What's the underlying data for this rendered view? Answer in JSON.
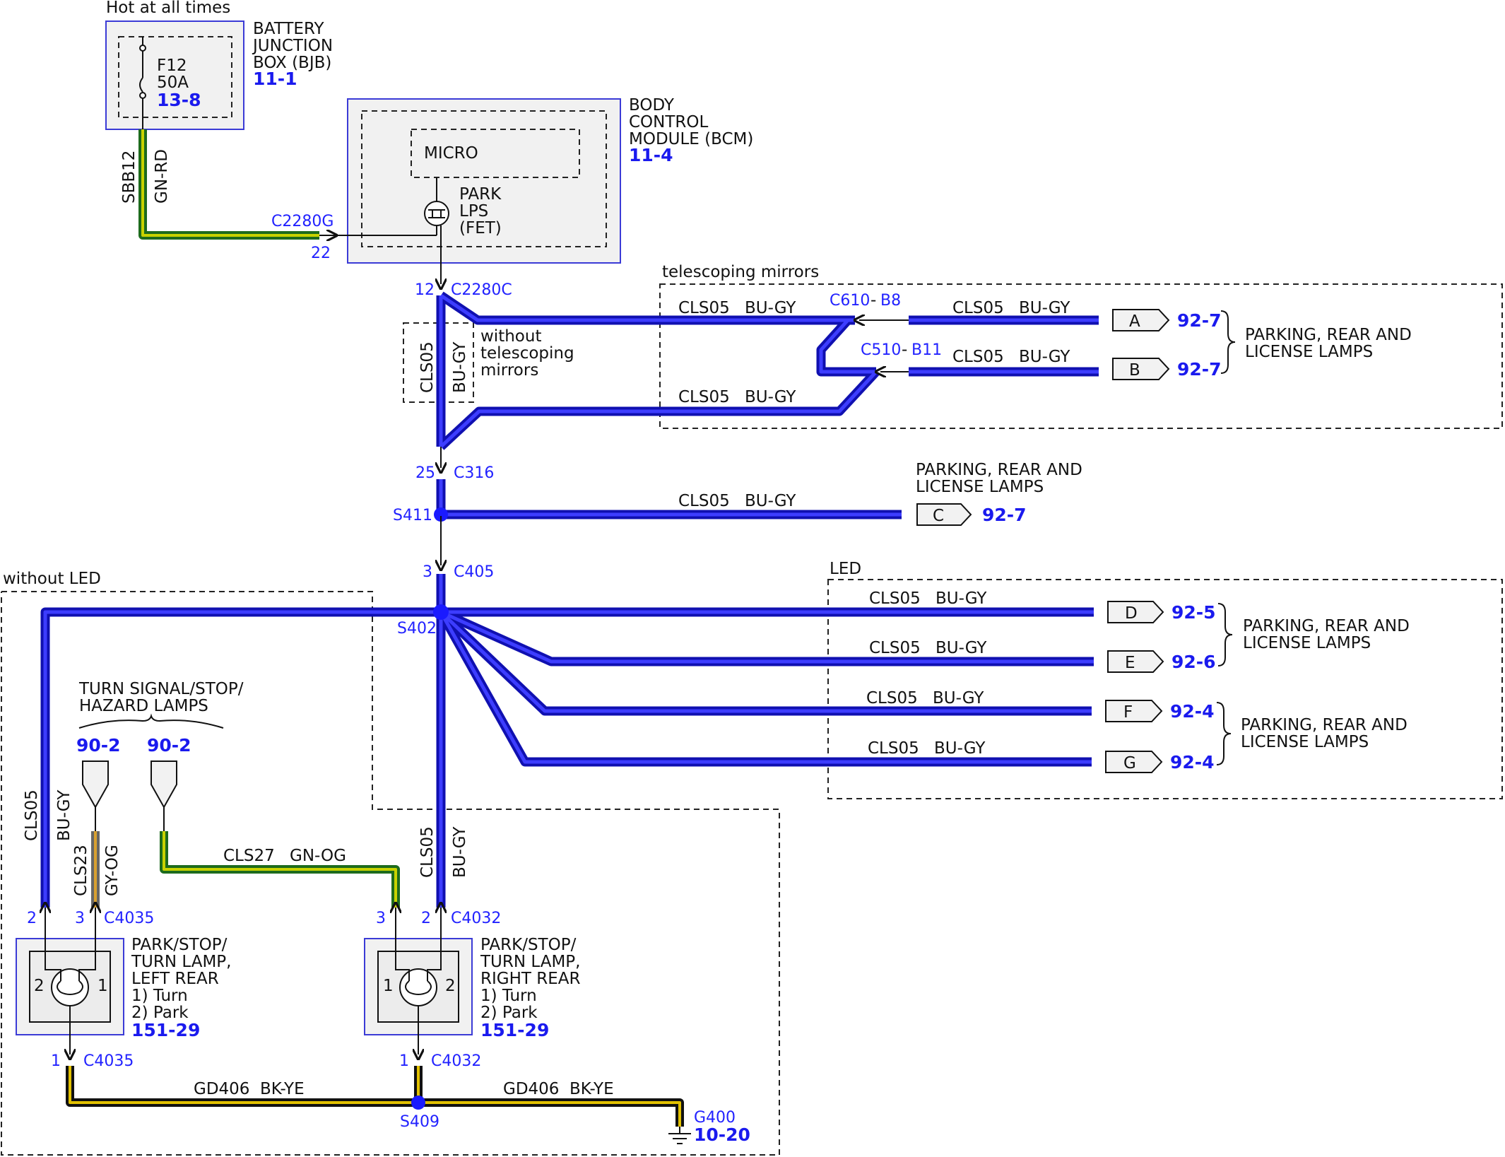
{
  "labels": {
    "hot": "Hot at all times",
    "bjb_1": "BATTERY",
    "bjb_2": "JUNCTION",
    "bjb_3": "BOX (BJB)",
    "bjb_ref": "11-1",
    "fuse_1": "F12",
    "fuse_2": "50A",
    "fuse_ref": "13-8",
    "sbb_circuit": "SBB12",
    "sbb_color": "GN-RD",
    "c2280g": "C2280G",
    "pin22": "22",
    "bcm_1": "BODY",
    "bcm_2": "CONTROL",
    "bcm_3": "MODULE (BCM)",
    "bcm_ref": "11-4",
    "micro": "MICRO",
    "fet_1": "PARK",
    "fet_2": "LPS",
    "fet_3": "(FET)",
    "pin12": "12",
    "c2280c": "C2280C",
    "telescoping": "telescoping mirrors",
    "without_tel_1": "without",
    "without_tel_2": "telescoping",
    "without_tel_3": "mirrors",
    "cls05": "CLS05",
    "bugy": "BU-GY",
    "c610": "C610",
    "b8": "B8",
    "c510": "C510",
    "b11": "B11",
    "pin25": "25",
    "c316": "C316",
    "s411": "S411",
    "pin3": "3",
    "c405": "C405",
    "s402": "S402",
    "without_led": "without LED",
    "led": "LED",
    "prl_1": "PARKING, REAR AND",
    "prl_2": "LICENSE LAMPS",
    "turn_1": "TURN SIGNAL/STOP/",
    "turn_2": "HAZARD LAMPS",
    "ref_90_2": "90-2",
    "cls23": "CLS23",
    "gyog": "GY-OG",
    "cls27": "CLS27",
    "gnog": "GN-OG",
    "c4035": "C4035",
    "c4032": "C4032",
    "pin2": "2",
    "pin1": "1",
    "lamp_l_1": "PARK/STOP/",
    "lamp_l_2": "TURN LAMP,",
    "lamp_l_3": "LEFT REAR",
    "lamp_r_1": "PARK/STOP/",
    "lamp_r_2": "TURN LAMP,",
    "lamp_r_3": "RIGHT REAR",
    "turn_fn": "1) Turn",
    "park_fn": "2) Park",
    "lamp_ref": "151-29",
    "gd406": "GD406",
    "bkye": "BK-YE",
    "s409": "S409",
    "g400": "G400",
    "g400_ref": "10-20"
  },
  "outputs": [
    {
      "letter": "A",
      "ref": "92-7"
    },
    {
      "letter": "B",
      "ref": "92-7"
    },
    {
      "letter": "C",
      "ref": "92-7"
    },
    {
      "letter": "D",
      "ref": "92-5"
    },
    {
      "letter": "E",
      "ref": "92-6"
    },
    {
      "letter": "F",
      "ref": "92-4"
    },
    {
      "letter": "G",
      "ref": "92-4"
    }
  ],
  "colors": {
    "wire_blue": "#3d3dff",
    "wire_green": "#1d6b1d",
    "wire_black": "#111111",
    "ref_blue": "#1a1aee"
  }
}
